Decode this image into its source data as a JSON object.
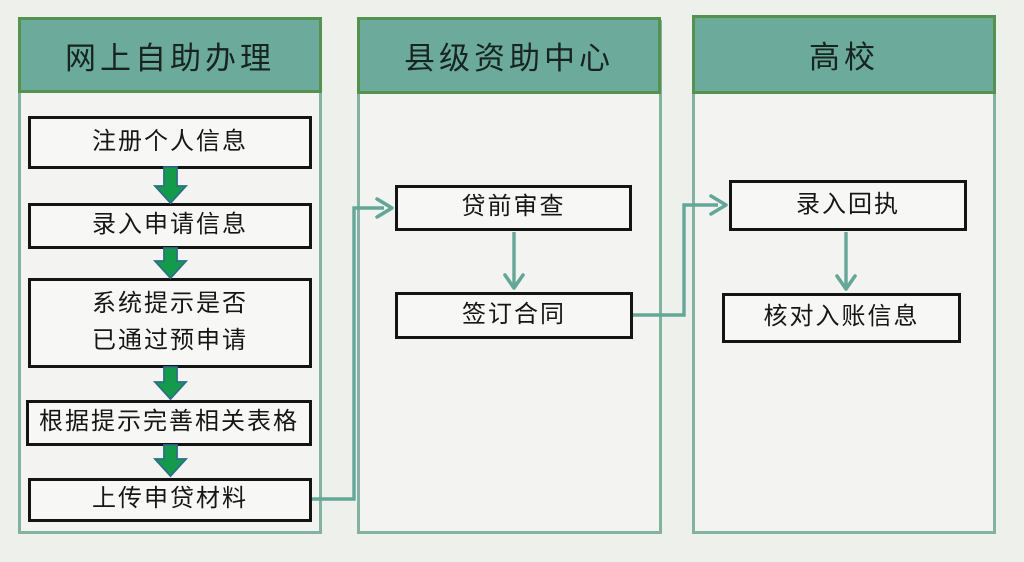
{
  "diagram_title": "",
  "accent_colors": {
    "page_background": "#eef0ec",
    "panel_background": "#f3f4f1",
    "panel_border": "#82b2a3",
    "header_background": "#6cab9c",
    "header_border": "#55914f",
    "node_border": "#141414",
    "connector_teal": "#64a697",
    "block_arrow_green": "#149a4b",
    "block_arrow_outline": "#2b7086"
  },
  "columns": [
    {
      "header": "网上自助办理",
      "nodes": [
        {
          "label": "注册个人信息"
        },
        {
          "label": "录入申请信息"
        },
        {
          "label": "系统提示是否\n已通过预申请"
        },
        {
          "label": "根据提示完善相关表格"
        },
        {
          "label": "上传申贷材料"
        }
      ]
    },
    {
      "header": "县级资助中心",
      "nodes": [
        {
          "label": "贷前审查"
        },
        {
          "label": "签订合同"
        }
      ]
    },
    {
      "header": "高校",
      "nodes": [
        {
          "label": "录入回执"
        },
        {
          "label": "核对入账信息"
        }
      ]
    }
  ],
  "connectors": [
    {
      "from": "上传申贷材料",
      "to": "贷前审查"
    },
    {
      "from": "贷前审查",
      "to": "签订合同"
    },
    {
      "from": "签订合同",
      "to": "录入回执"
    },
    {
      "from": "录入回执",
      "to": "核对入账信息"
    }
  ]
}
